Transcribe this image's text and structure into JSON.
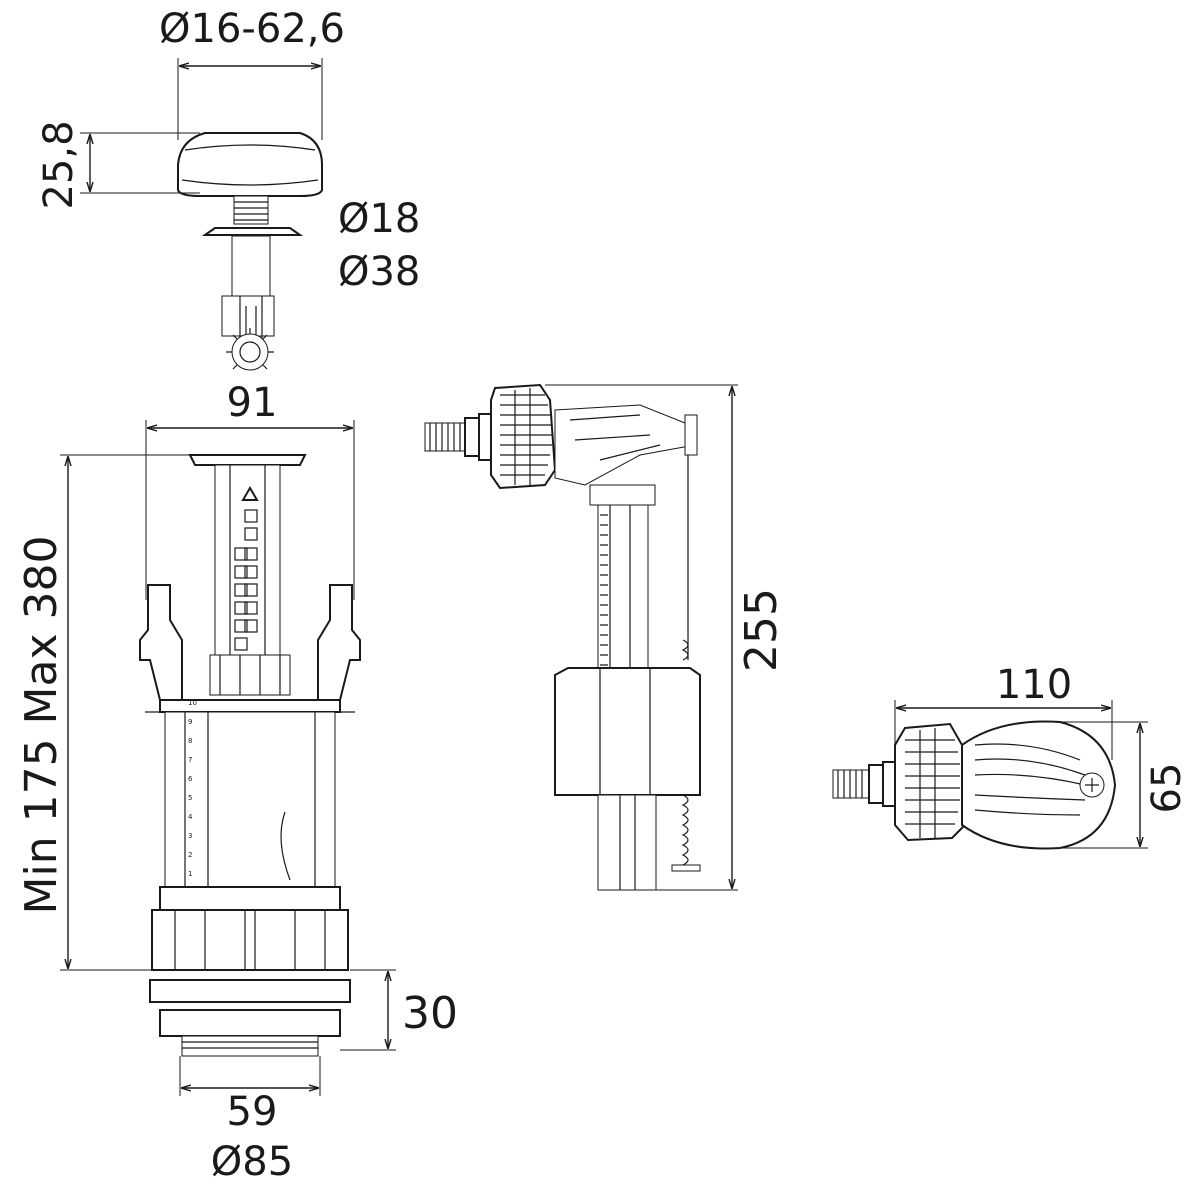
{
  "dimensions": {
    "button_diameter": "Ø16-62,6",
    "button_height": "25,8",
    "hole_diameter": "Ø18",
    "plate_diameter": "Ø38",
    "valve_width": "91",
    "valve_height_range": "Min 175 Max 380",
    "base_height": "30",
    "thread_size": "59",
    "base_diameter": "Ø85",
    "fill_valve_height": "255",
    "top_view_length": "110",
    "top_view_width": "65"
  },
  "scale_marks": [
    "10",
    "9",
    "8",
    "7",
    "6",
    "5",
    "4",
    "3",
    "2",
    "1"
  ],
  "colors": {
    "line": "#1a1a1a",
    "background": "#ffffff"
  }
}
